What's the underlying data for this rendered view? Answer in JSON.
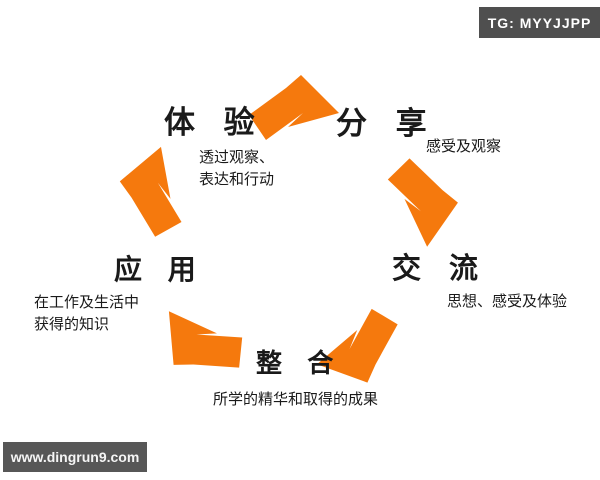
{
  "badge": {
    "label": "TG: MYYJJPP"
  },
  "watermark": {
    "label": "www.dingrun9.com"
  },
  "colors": {
    "arrow": "#f5790d",
    "badge_bg": "#4f4f4f",
    "watermark_bg": "#575757",
    "text": "#1a1a1a"
  },
  "cycle": {
    "direction": "clockwise",
    "stages": [
      {
        "id": "experience",
        "label": "体 验",
        "desc_lines": [
          "透过观察、",
          "表达和行动"
        ]
      },
      {
        "id": "share",
        "label": "分 享",
        "desc_lines": [
          "感受及观察"
        ]
      },
      {
        "id": "communicate",
        "label": "交 流",
        "desc_lines": [
          "思想、感受及体验"
        ]
      },
      {
        "id": "integrate",
        "label": "整 合",
        "desc_lines": [
          "所学的精华和取得的成果"
        ]
      },
      {
        "id": "apply",
        "label": "应 用",
        "desc_lines": [
          "在工作及生活中",
          "获得的知识"
        ]
      }
    ]
  }
}
